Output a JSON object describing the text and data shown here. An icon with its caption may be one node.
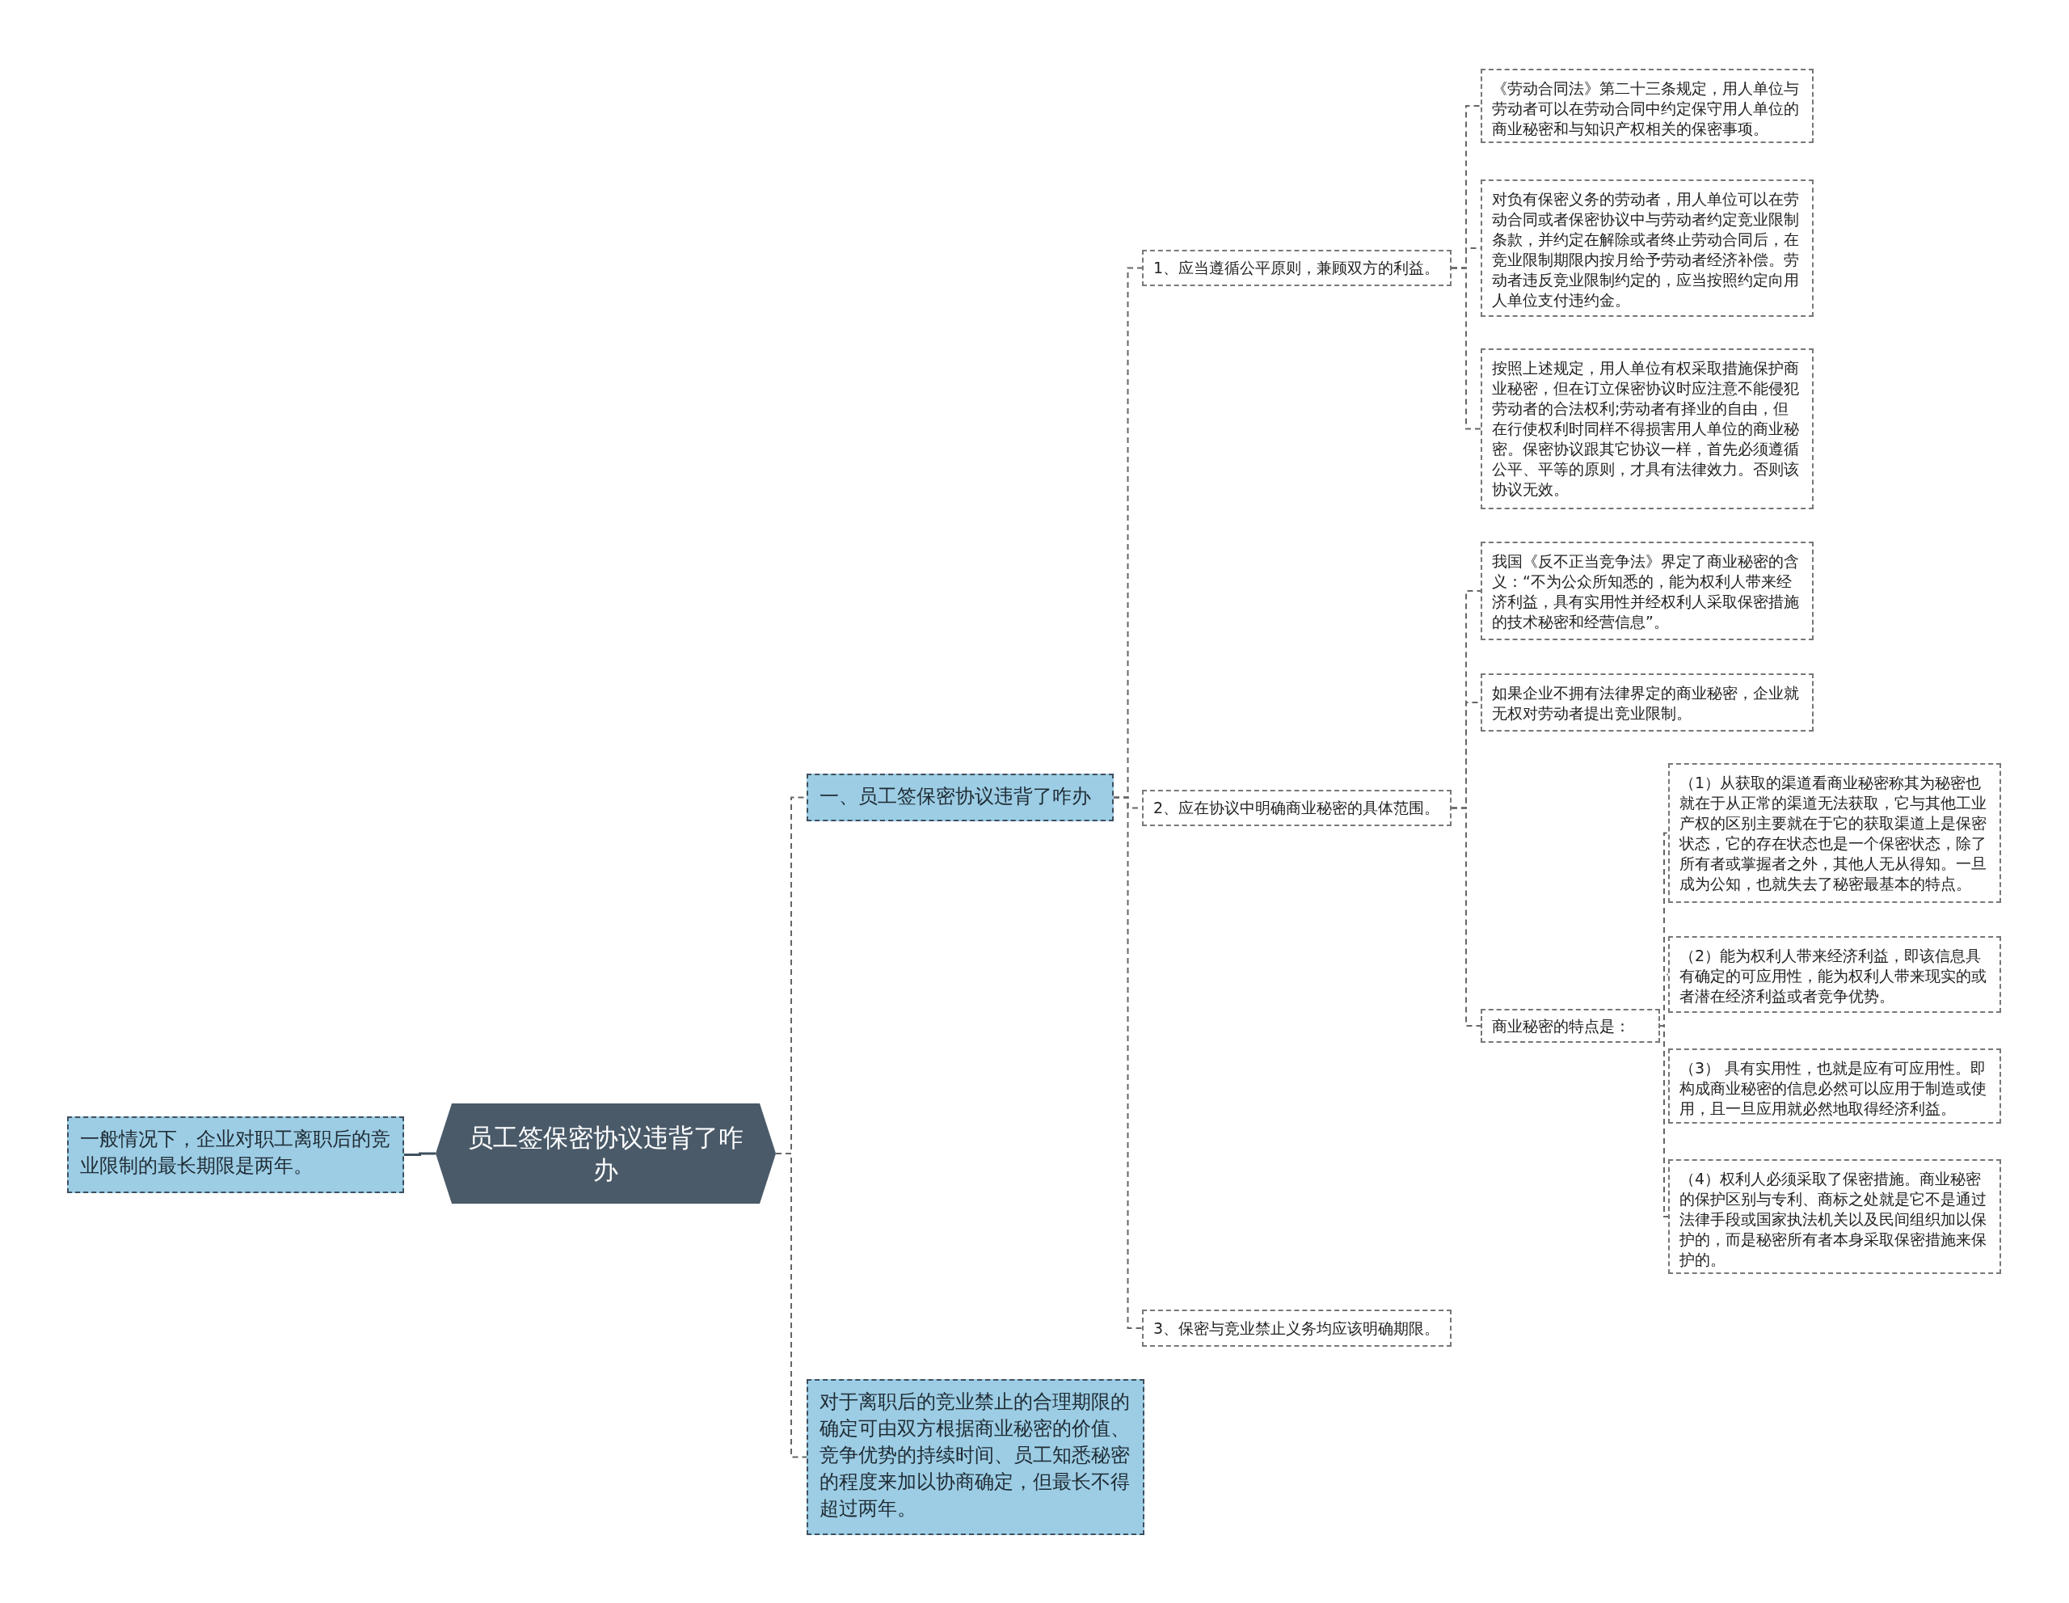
{
  "diagram": {
    "nodes": [
      {
        "text": [
          "员工签保密协议违背了咋办"
        ]
      },
      {
        "text": [
          "一般情况下，企业对职工离职后的竞业限制的最长期限是两年。"
        ]
      },
      {
        "text": [
          "一、员工签保密协议违背了咋办"
        ]
      },
      {
        "text": [
          "对于离职后的竞业禁止的合理期限的确定可由双方根据商业秘密的价值、竞争优势的持续时间、员工知悉秘密的程度来加以协商确定，但最长不得超过两年。"
        ]
      },
      {
        "text": [
          "1、应当遵循公平原则，兼顾双方的利益。"
        ]
      },
      {
        "text": [
          "2、应在协议中明确商业秘密的具体范围。"
        ]
      },
      {
        "text": [
          "3、保密与竞业禁止义务均应该明确期限。"
        ]
      },
      {
        "text": [
          "《劳动合同法》第二十三条规定，用人单位与劳动者可以在劳动合同中约定保守用人单位的商业秘密和与知识产权相关的保密事项。"
        ]
      },
      {
        "text": [
          "对负有保密义务的劳动者，用人单位可以在劳动合同或者保密协议中与劳动者约定竞业限制条款，并约定在解除或者终止劳动合同后，在竞业限制期限内按月给予劳动者经济补偿。劳动者违反竞业限制约定的，应当按照约定向用人单位支付违约金。"
        ]
      },
      {
        "text": [
          "按照上述规定，用人单位有权采取措施保护商业秘密，但在订立保密协议时应注意不能侵犯劳动者的合法权利;劳动者有择业的自由，但在行使权利时同样不得损害用人单位的商业秘密。保密协议跟其它协议一样，首先必须遵循公平、平等的原则，才具有法律效力。否则该协议无效。"
        ]
      },
      {
        "text": [
          "我国《反不正当竞争法》界定了商业秘密的含义：“不为公众所知悉的，能为权利人带来经济利益，具有实用性并经权利人采取保密措施的技术秘密和经营信息”。"
        ]
      },
      {
        "text": [
          "如果企业不拥有法律界定的商业秘密，企业就无权对劳动者提出竞业限制。"
        ]
      },
      {
        "text": [
          "商业秘密的特点是："
        ]
      },
      {
        "text": [
          "（1）从获取的渠道看商业秘密称其为秘密也就在于从正常的渠道无法获取，它与其他工业产权的区别主要就在于它的获取渠道上是保密状态，它的存在状态也是一个保密状态，除了所有者或掌握者之外，其他人无从得知。一旦成为公知，也就失去了秘密最基本的特点。"
        ]
      },
      {
        "text": [
          "（2）能为权利人带来经济利益，即该信息具有确定的可应用性，能为权利人带来现实的或者潜在经济利益或者竞争优势。"
        ]
      },
      {
        "text": [
          "（3） 具有实用性，也就是应有可应用性。即构成商业秘密的信息必然可以应用于制造或使用，且一旦应用就必然地取得经济利益。"
        ]
      },
      {
        "text": [
          "（4）权利人必须采取了保密措施。商业秘密的保护区别与专利、商标之处就是它不是通过法律手段或国家执法机关以及民间组织加以保护的，而是秘密所有者本身采取保密措施来保护的。"
        ]
      }
    ],
    "edges": [
      {
        "from": 0,
        "to": 1,
        "arrow": "none"
      },
      {
        "from": 0,
        "to": 2,
        "arrow": "none",
        "style": "dashed"
      },
      {
        "from": 0,
        "to": 3,
        "arrow": "none",
        "style": "dashed"
      },
      {
        "from": 2,
        "to": 4,
        "arrow": "none",
        "style": "dashed"
      },
      {
        "from": 2,
        "to": 5,
        "arrow": "none",
        "style": "dashed"
      },
      {
        "from": 2,
        "to": 6,
        "arrow": "none",
        "style": "dashed"
      },
      {
        "from": 4,
        "to": 7,
        "arrow": "none",
        "style": "dashed"
      },
      {
        "from": 4,
        "to": 8,
        "arrow": "none",
        "style": "dashed"
      },
      {
        "from": 4,
        "to": 9,
        "arrow": "none",
        "style": "dashed"
      },
      {
        "from": 5,
        "to": 10,
        "arrow": "none",
        "style": "dashed"
      },
      {
        "from": 5,
        "to": 11,
        "arrow": "none",
        "style": "dashed"
      },
      {
        "from": 5,
        "to": 12,
        "arrow": "none",
        "style": "dashed"
      },
      {
        "from": 12,
        "to": 13,
        "arrow": "none",
        "style": "dashed"
      },
      {
        "from": 12,
        "to": 14,
        "arrow": "none",
        "style": "dashed"
      },
      {
        "from": 12,
        "to": 15,
        "arrow": "none",
        "style": "dashed"
      },
      {
        "from": 12,
        "to": 16,
        "arrow": "none",
        "style": "dashed"
      }
    ]
  }
}
